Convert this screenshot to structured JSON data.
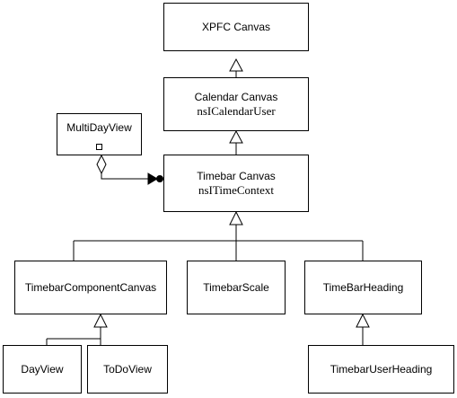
{
  "classes": {
    "xpfc_canvas": {
      "name": "XPFC Canvas"
    },
    "calendar_canvas": {
      "name": "Calendar Canvas",
      "interface": "nsICalendarUser"
    },
    "multi_day_view": {
      "name": "MultiDayView"
    },
    "timebar_canvas": {
      "name": "Timebar Canvas",
      "interface": "nsITimeContext"
    },
    "timebar_component_canvas": {
      "name": "TimebarComponentCanvas"
    },
    "timebar_scale": {
      "name": "TimebarScale"
    },
    "timebar_heading": {
      "name": "TimeBarHeading"
    },
    "day_view": {
      "name": "DayView"
    },
    "todo_view": {
      "name": "ToDoView"
    },
    "timebar_user_heading": {
      "name": "TimebarUserHeading"
    }
  },
  "relations": [
    {
      "type": "inheritance",
      "from": "calendar_canvas",
      "to": "xpfc_canvas"
    },
    {
      "type": "inheritance",
      "from": "timebar_canvas",
      "to": "calendar_canvas"
    },
    {
      "type": "inheritance",
      "from": "timebar_component_canvas",
      "to": "timebar_canvas"
    },
    {
      "type": "inheritance",
      "from": "timebar_scale",
      "to": "timebar_canvas"
    },
    {
      "type": "inheritance",
      "from": "timebar_heading",
      "to": "timebar_canvas"
    },
    {
      "type": "inheritance",
      "from": "day_view",
      "to": "timebar_component_canvas"
    },
    {
      "type": "inheritance",
      "from": "todo_view",
      "to": "timebar_component_canvas"
    },
    {
      "type": "inheritance",
      "from": "timebar_user_heading",
      "to": "timebar_heading"
    },
    {
      "type": "aggregation",
      "from": "multi_day_view",
      "to": "timebar_canvas"
    }
  ],
  "colors": {
    "line": "#000000",
    "background": "#ffffff"
  }
}
